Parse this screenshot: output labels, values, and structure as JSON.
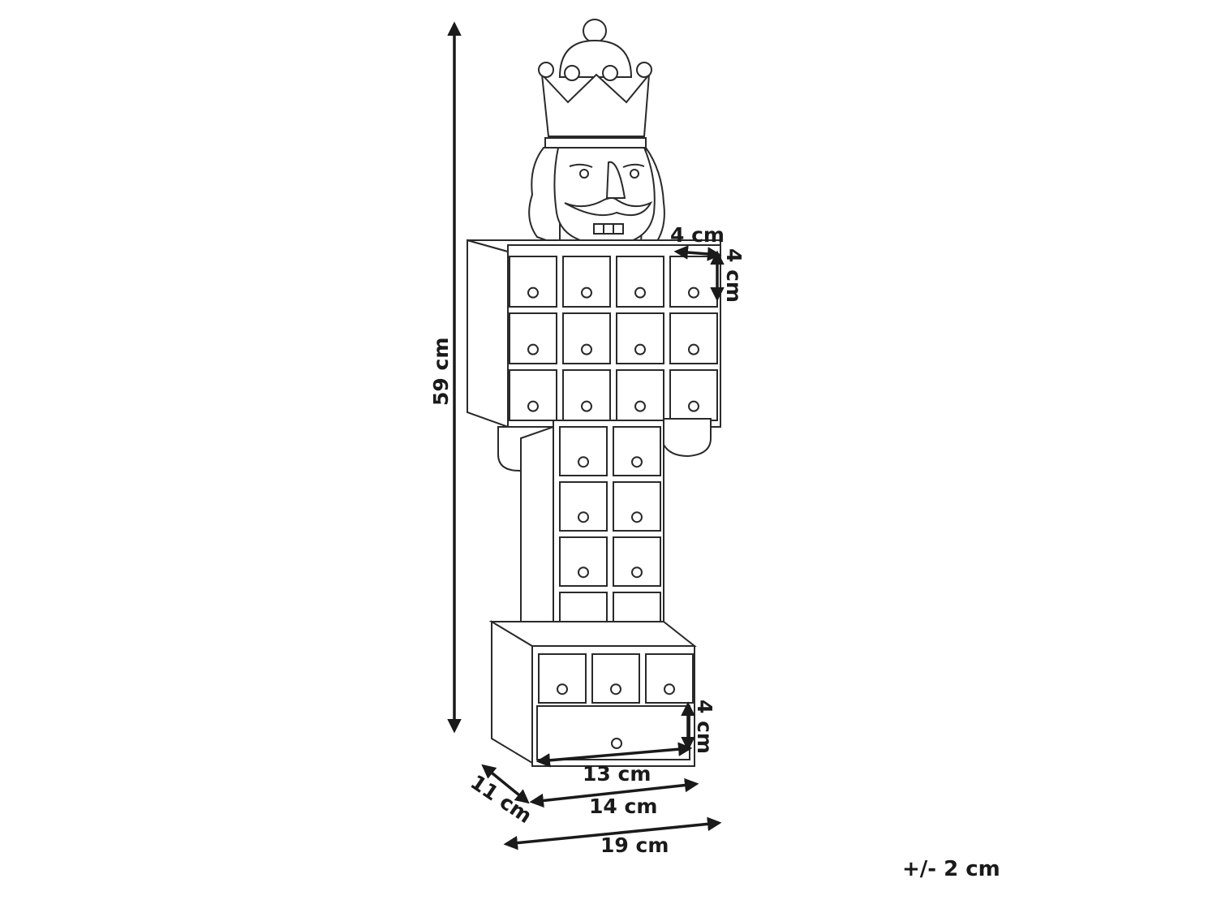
{
  "dimensions": {
    "height": "59 cm",
    "drawer_width": "4 cm",
    "drawer_height": "4 cm",
    "bottom_drawer_height": "4 cm",
    "bottom_drawer_width": "13 cm",
    "depth": "11 cm",
    "base_width": "14 cm",
    "total_width": "19 cm"
  },
  "tolerance": "+/- 2 cm",
  "colors": {
    "line": "#2a2a2a",
    "background": "#ffffff"
  }
}
